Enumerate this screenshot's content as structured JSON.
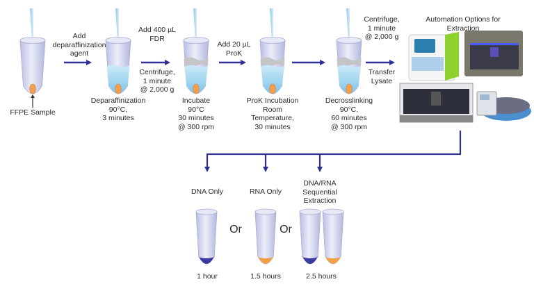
{
  "steps": [
    {
      "caption": [
        "FFPE Sample"
      ]
    },
    {
      "caption": [
        "Deparaffinization",
        "90°C,",
        "3 minutes"
      ]
    },
    {
      "caption": [
        "Incubate",
        "90°C",
        "30 minutes",
        "@ 300 rpm"
      ]
    },
    {
      "caption": [
        "ProK Incubation",
        "Room",
        "Temperature,",
        "30 minutes"
      ]
    },
    {
      "caption": [
        "Decrosslinking",
        "90°C,",
        "60 minutes",
        "@ 300 rpm"
      ]
    }
  ],
  "arrows": [
    {
      "above": [
        "Add",
        "deparaffinization",
        "agent"
      ],
      "below": []
    },
    {
      "above": [
        "Add 400 µL",
        "FDR"
      ],
      "below": [
        "Centrifuge,",
        "1 minute",
        "@ 2,000 g"
      ]
    },
    {
      "above": [
        "Add 20 µL",
        "ProK"
      ],
      "below": []
    },
    {
      "above": [],
      "below": []
    },
    {
      "above": [
        "Centrifuge,",
        "1 minute",
        "@ 2,000 g"
      ],
      "below": [
        "Transfer",
        "Lysate"
      ]
    }
  ],
  "automation": {
    "title": [
      "Automation Options for",
      "Extraction"
    ],
    "instruments": [
      "green-benchtop-extractor",
      "gray-liquid-handler",
      "large-liquid-handler",
      "carousel-extractor"
    ]
  },
  "outcomes": [
    {
      "title": [
        "DNA Only"
      ],
      "time": "1 hour"
    },
    {
      "title": [
        "RNA Only"
      ],
      "time": "1.5 hours"
    },
    {
      "title": [
        "DNA/RNA",
        "Sequential",
        "Extraction"
      ],
      "time": "2.5 hours"
    }
  ],
  "or_label": "Or",
  "colors": {
    "arrow": "#2e3192",
    "sample": "#f0a050",
    "liquid": "#a8d8f0",
    "dna": "#3a3aa0",
    "rna": "#f2a04a",
    "tube": "#c8cbe8"
  }
}
